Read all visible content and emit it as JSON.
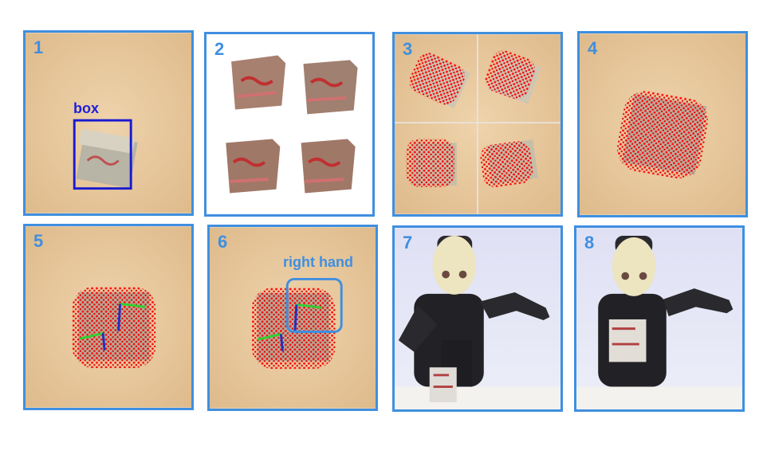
{
  "panels": [
    {
      "number": "1",
      "label": "box"
    },
    {
      "number": "2"
    },
    {
      "number": "3"
    },
    {
      "number": "4"
    },
    {
      "number": "5"
    },
    {
      "number": "6",
      "label": "right hand"
    },
    {
      "number": "7"
    },
    {
      "number": "8"
    }
  ],
  "colors": {
    "panel_border": "#3f8fe0",
    "detection_box": "#1a1ad0",
    "point_cloud": "#ff0000",
    "axis_green": "#30d030",
    "axis_blue": "#2030c0",
    "table_bg": "#e8caa0"
  }
}
